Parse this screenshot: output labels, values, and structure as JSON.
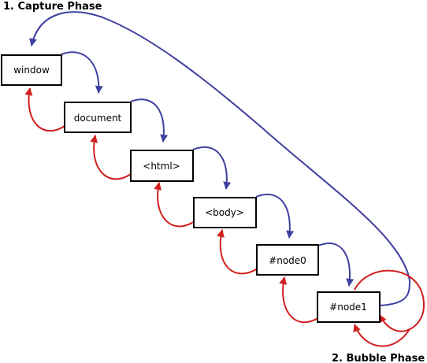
{
  "labels": {
    "capture_phase": "1. Capture Phase",
    "bubble_phase": "2. Bubble Phase"
  },
  "nodes": [
    {
      "id": "window",
      "label": "window"
    },
    {
      "id": "document",
      "label": "document"
    },
    {
      "id": "html",
      "label": "<html>"
    },
    {
      "id": "body",
      "label": "<body>"
    },
    {
      "id": "node0",
      "label": "#node0"
    },
    {
      "id": "node1",
      "label": "#node1"
    }
  ],
  "colors": {
    "capture": "#4040a0",
    "bubble": "#d02020",
    "box_stroke": "#000000",
    "text": "#000000",
    "background": "#ffffff"
  }
}
